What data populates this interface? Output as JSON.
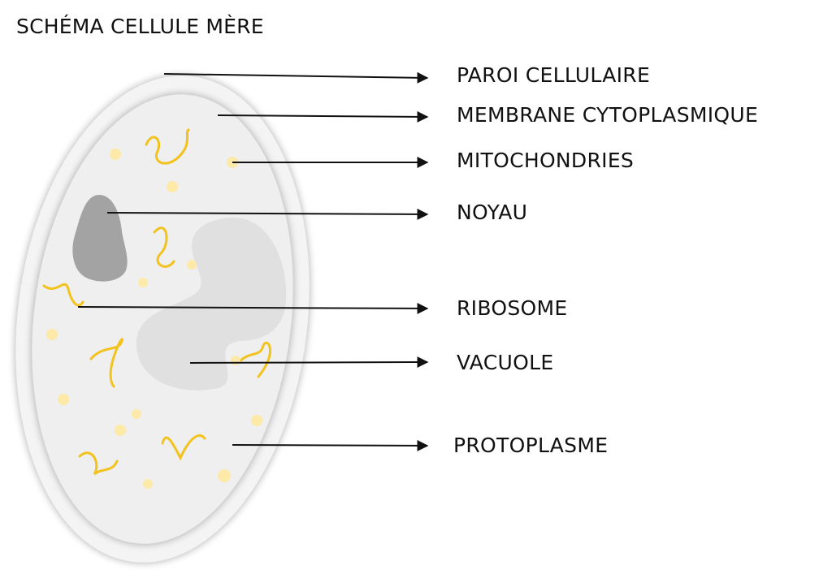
{
  "title": "SCHÉMA CELLULE MÈRE",
  "labels": {
    "paroi": "PAROI CELLULAIRE",
    "membrane": "MEMBRANE CYTOPLASMIQUE",
    "mitochondries": "MITOCHONDRIES",
    "noyau": "NOYAU",
    "ribosome": "RIBOSOME",
    "vacuole": "VACUOLE",
    "protoplasme": "PROTOPLASME"
  },
  "colors": {
    "wall": "#f4f4f4",
    "cytoplasm": "#efefef",
    "nucleus": "#a3a3a3",
    "vacuole": "#e0e0e0",
    "mitochondria": "#f2c21d",
    "ribosome": "#fde9a8",
    "leader_line": "#111111"
  }
}
